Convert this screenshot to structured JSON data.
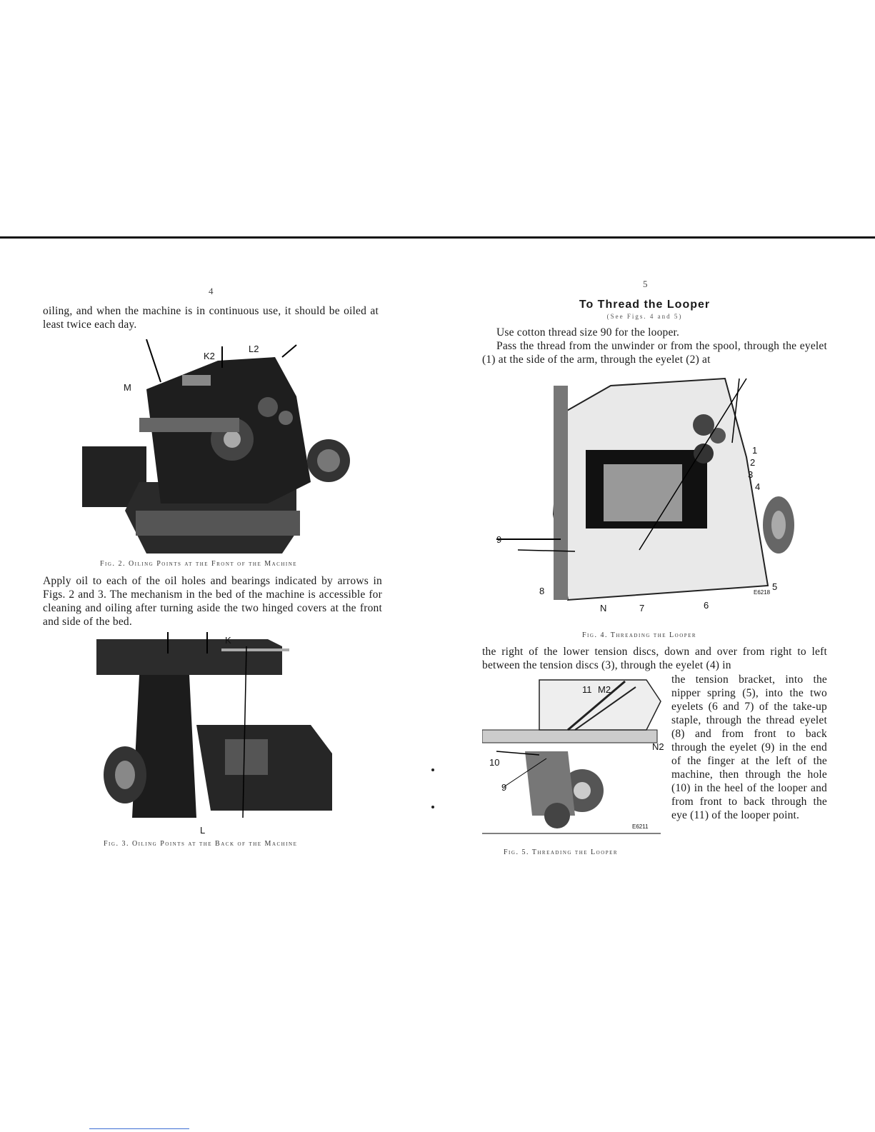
{
  "left_page": {
    "page_number": "4",
    "para1": "oiling, and when the machine is in continuous use, it should be oiled at least twice each day.",
    "fig2": {
      "labels": [
        "M",
        "K2",
        "L2"
      ],
      "caption": "Fig. 2. Oiling Points at the Front of the Machine"
    },
    "para2": "Apply oil to each of the oil holes and bearings indicated by arrows in Figs. 2 and 3. The mechanism in the bed of the machine is accessible for cleaning and oiling after turning aside the two hinged covers at the front and side of the bed.",
    "fig3": {
      "labels": [
        "K",
        "L"
      ],
      "caption": "Fig. 3. Oiling Points at the Back of the Machine"
    }
  },
  "right_page": {
    "page_number": "5",
    "heading": "To Thread the Looper",
    "subheading": "(See Figs. 4 and 5)",
    "para1": "Use cotton thread size 90 for the looper.",
    "para2": "Pass the thread from the unwinder or from the spool, through the eyelet (1) at the side of the arm, through the eyelet (2) at",
    "fig4": {
      "labels": [
        "1",
        "2",
        "3",
        "4",
        "5",
        "6",
        "7",
        "8",
        "9",
        "N"
      ],
      "plate_code": "E6218",
      "caption": "Fig. 4. Threading the Looper"
    },
    "para3": "the right of the lower tension discs, down and over from right to left between the tension discs (3), through the eyelet (4) in",
    "para4": "the tension bracket, into the nipper spring (5), into the two eyelets (6 and 7) of the take-up staple, through the thread eyelet (8) and from front to back through the eyelet (9) in the end of the finger at the left of the machine, then through the hole (10) in the heel of the looper and from front to back through the eye (11) of the looper point.",
    "fig5": {
      "labels": [
        "11",
        "M2",
        "N2",
        "10",
        "9"
      ],
      "plate_code": "E6211",
      "caption": "Fig. 5. Threading the Looper"
    }
  }
}
